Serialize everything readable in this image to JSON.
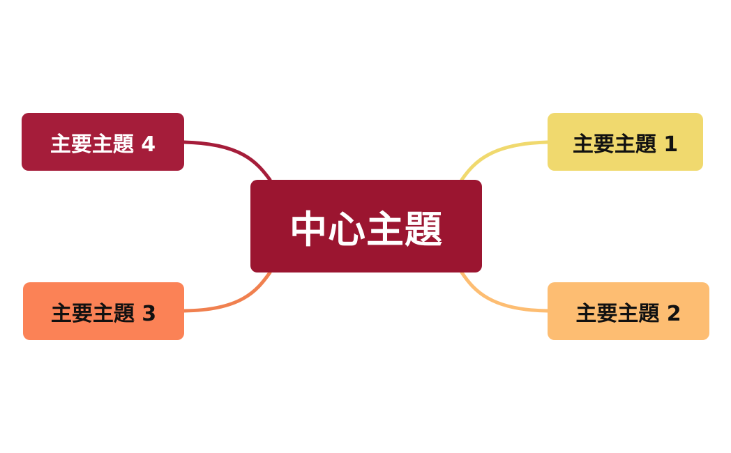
{
  "center": {
    "label": "中心主題",
    "fill": "#9b1530",
    "text_color": "#ffffff"
  },
  "topics": [
    {
      "id": "t1",
      "label": "主要主題 1",
      "fill": "#f0d96e",
      "text_color": "#111111",
      "line_color": "#f0d96e"
    },
    {
      "id": "t2",
      "label": "主要主題 2",
      "fill": "#fdbd72",
      "text_color": "#111111",
      "line_color": "#fdbd72"
    },
    {
      "id": "t3",
      "label": "主要主題 3",
      "fill": "#fb8256",
      "text_color": "#111111",
      "line_color": "#f0804f"
    },
    {
      "id": "t4",
      "label": "主要主題 4",
      "fill": "#a51d3a",
      "text_color": "#ffffff",
      "line_color": "#a51d3a"
    }
  ]
}
